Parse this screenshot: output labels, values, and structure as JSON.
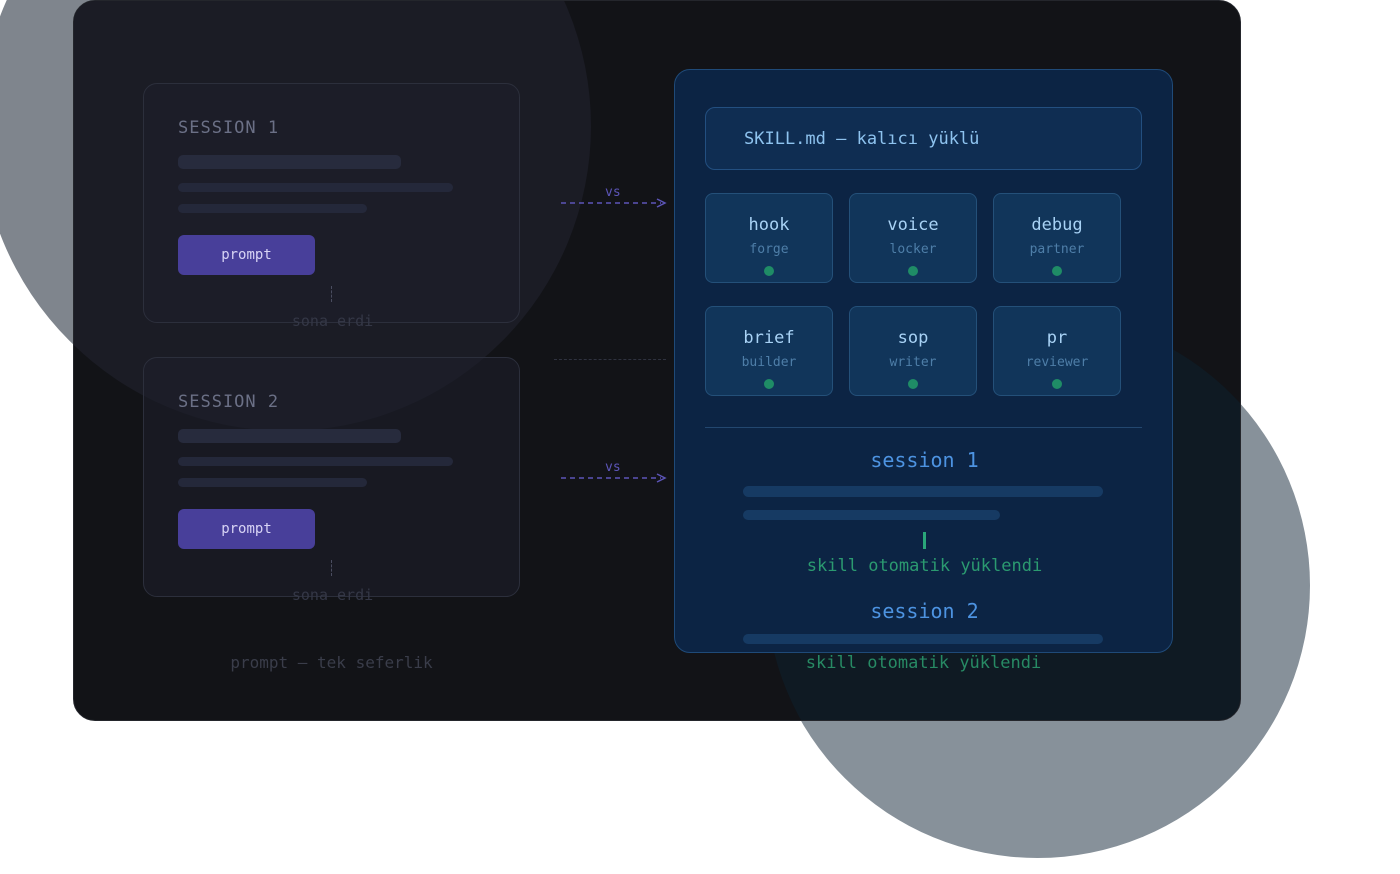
{
  "left": {
    "sessions": [
      {
        "title": "SESSION 1",
        "prompt_label": "prompt",
        "status": "sona erdi"
      },
      {
        "title": "SESSION 2",
        "prompt_label": "prompt",
        "status": "sona erdi"
      }
    ],
    "caption": "prompt — tek seferlik"
  },
  "connectors": {
    "vs_label": "vs"
  },
  "skill_panel": {
    "header": "SKILL.md — kalıcı yüklü",
    "skills": [
      {
        "name": "hook",
        "sub": "forge"
      },
      {
        "name": "voice",
        "sub": "locker"
      },
      {
        "name": "debug",
        "sub": "partner"
      },
      {
        "name": "brief",
        "sub": "builder"
      },
      {
        "name": "sop",
        "sub": "writer"
      },
      {
        "name": "pr",
        "sub": "reviewer"
      }
    ],
    "session1_label": "session 1",
    "session2_label": "session 2",
    "auto_loaded_text": "skill otomatik yüklendi"
  },
  "colors": {
    "panel_bg": "#121317",
    "prompt_button": "#483f9a",
    "skill_panel_bg": "#0c2444",
    "accent_green": "#2b9a70",
    "accent_blue": "#4d93e1",
    "arrow_purple": "#5c55b8"
  }
}
